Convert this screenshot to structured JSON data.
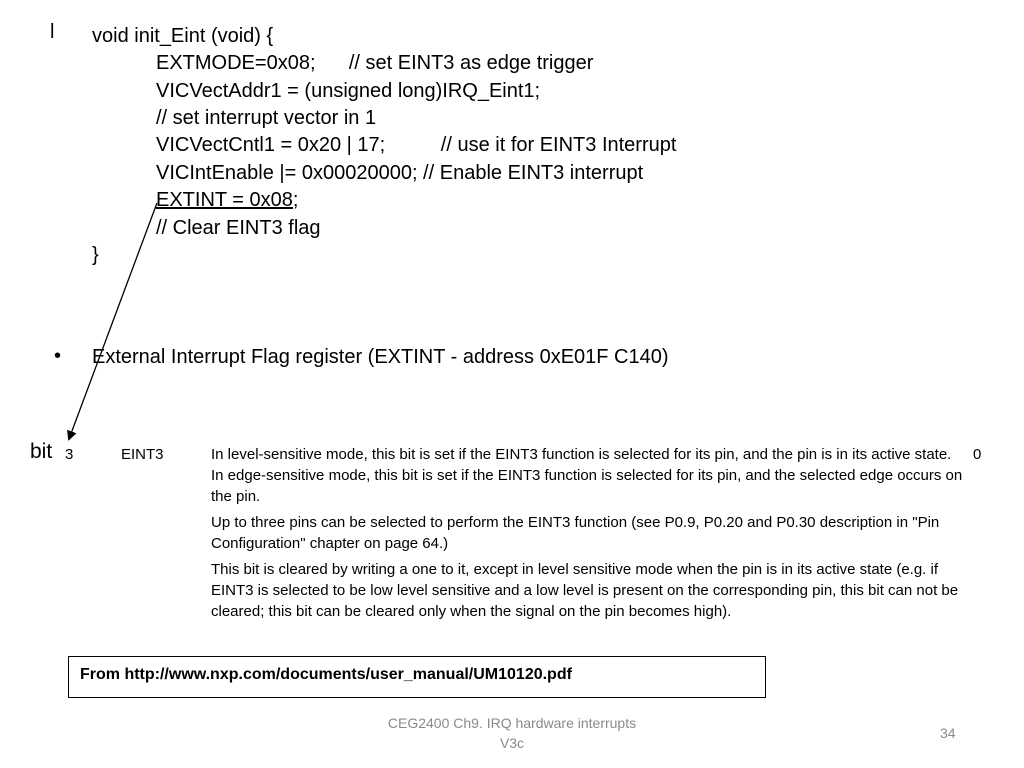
{
  "slide": {
    "code_bullet": "l",
    "code_lines": [
      "void init_Eint (void) {",
      "EXTMODE=0x08;      // set EINT3 as edge trigger",
      "VICVectAddr1 = (unsigned long)IRQ_Eint1;",
      "// set interrupt vector in 1",
      "VICVectCntl1 = 0x20 | 17;          // use it for EINT3 Interrupt",
      "VICIntEnable |= 0x00020000; // Enable EINT3 interrupt",
      "EXTINT = 0x08;",
      "// Clear EINT3 flag",
      "}"
    ],
    "bullet_symbol": "•",
    "bullet_text": "External Interrupt Flag register (EXTINT - address 0xE01F C140)",
    "bit_label": "bit",
    "register_row": {
      "bit": "3",
      "symbol": "EINT3",
      "description": [
        "In level-sensitive mode, this bit is set if the EINT3 function is selected for its pin, and the pin is in its active state. In edge-sensitive mode, this bit is set if the EINT3 function is selected for its pin, and the selected edge occurs on the pin.",
        "Up to three pins can be selected to perform the EINT3 function (see P0.9, P0.20 and P0.30 description in \"Pin Configuration\" chapter on page 64.)",
        "This bit is cleared by writing a one to it, except in level sensitive mode when the pin is in its active state (e.g. if EINT3 is selected to be low level sensitive and a low level is present on the corresponding pin, this bit can not be cleared; this bit can be cleared only when the signal on the pin becomes high)."
      ],
      "reset_value": "0"
    },
    "source": "From http://www.nxp.com/documents/user_manual/UM10120.pdf",
    "footer": {
      "title_line1": "CEG2400 Ch9. IRQ hardware interrupts",
      "title_line2": "V3c",
      "page_number": "34"
    }
  },
  "colors": {
    "text": "#000000",
    "footer": "#8a8a8a",
    "background": "#ffffff"
  }
}
